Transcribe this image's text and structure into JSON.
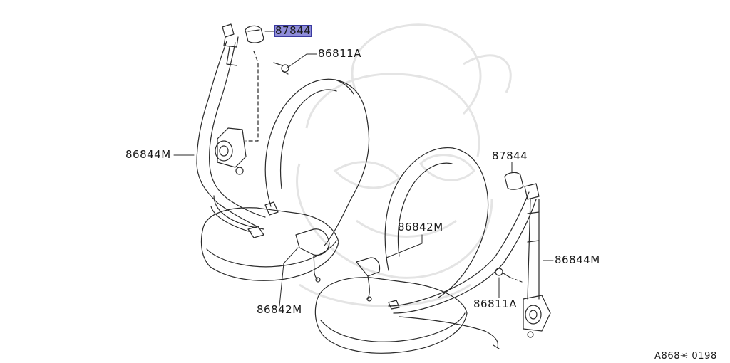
{
  "labels": {
    "top_87844": "87844",
    "top_86811A": "86811A",
    "left_86844M": "86844M",
    "bottom_86842M": "86842M",
    "mid_86842M": "86842M",
    "right_87844": "87844",
    "right_86844M": "86844M",
    "right_86811A": "86811A"
  },
  "diagram_code": "A868✳ 0198",
  "highlight": {
    "part": "87844",
    "color": "#8e8cd8"
  },
  "colors": {
    "line": "#2a2a2a",
    "watermark": "#e6e6e6"
  }
}
